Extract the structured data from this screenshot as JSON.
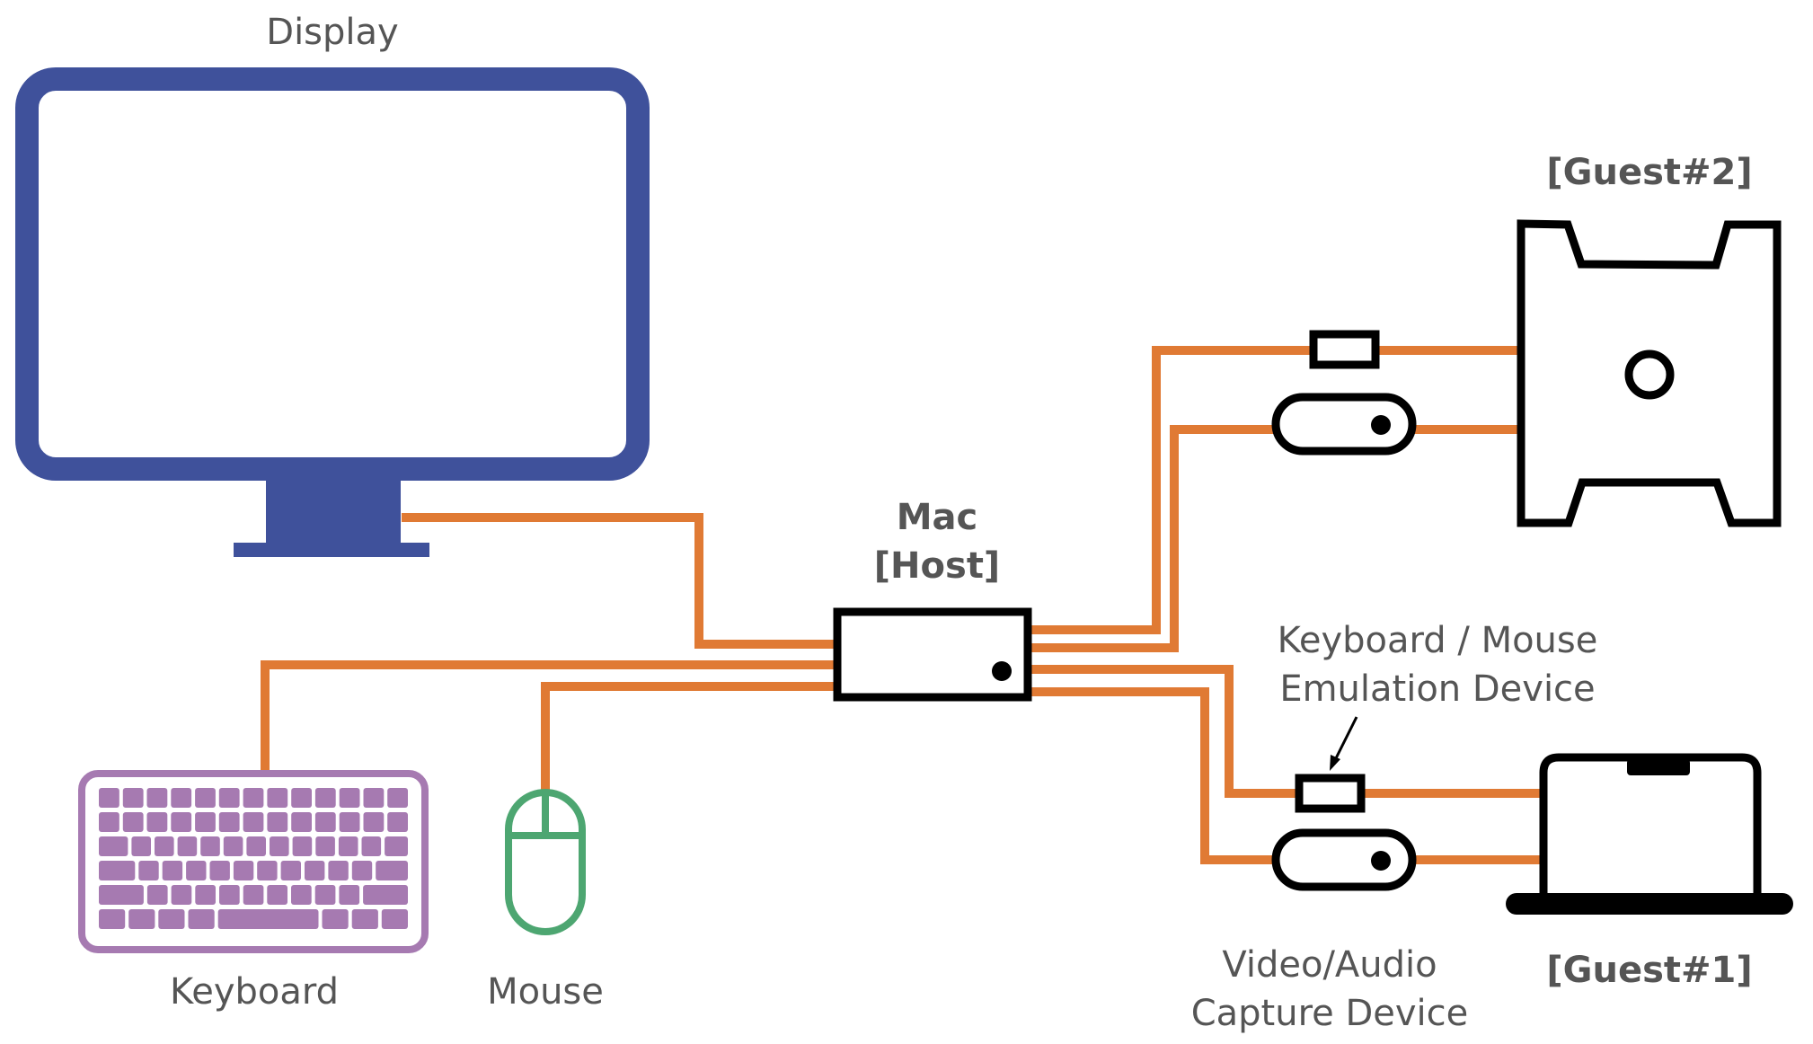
{
  "labels": {
    "display": "Display",
    "keyboard": "Keyboard",
    "mouse": "Mouse",
    "mac_line1": "Mac",
    "mac_line2": "[Host]",
    "guest2": "[Guest#2]",
    "guest1": "[Guest#1]",
    "emulation_line1": "Keyboard / Mouse",
    "emulation_line2": "Emulation Device",
    "capture_line1": "Video/Audio",
    "capture_line2": "Capture Device"
  },
  "colors": {
    "cable": "#E07A34",
    "display": "#3F519B",
    "keyboard": "#A67AB1",
    "mouse": "#4DA671",
    "device_outline": "#000000",
    "label_text": "#555555"
  },
  "icons": [
    "monitor-icon",
    "keyboard-icon",
    "mouse-icon",
    "mac-mini-icon",
    "gaming-pc-icon",
    "laptop-icon",
    "emulation-dongle-icon",
    "capture-device-icon"
  ]
}
